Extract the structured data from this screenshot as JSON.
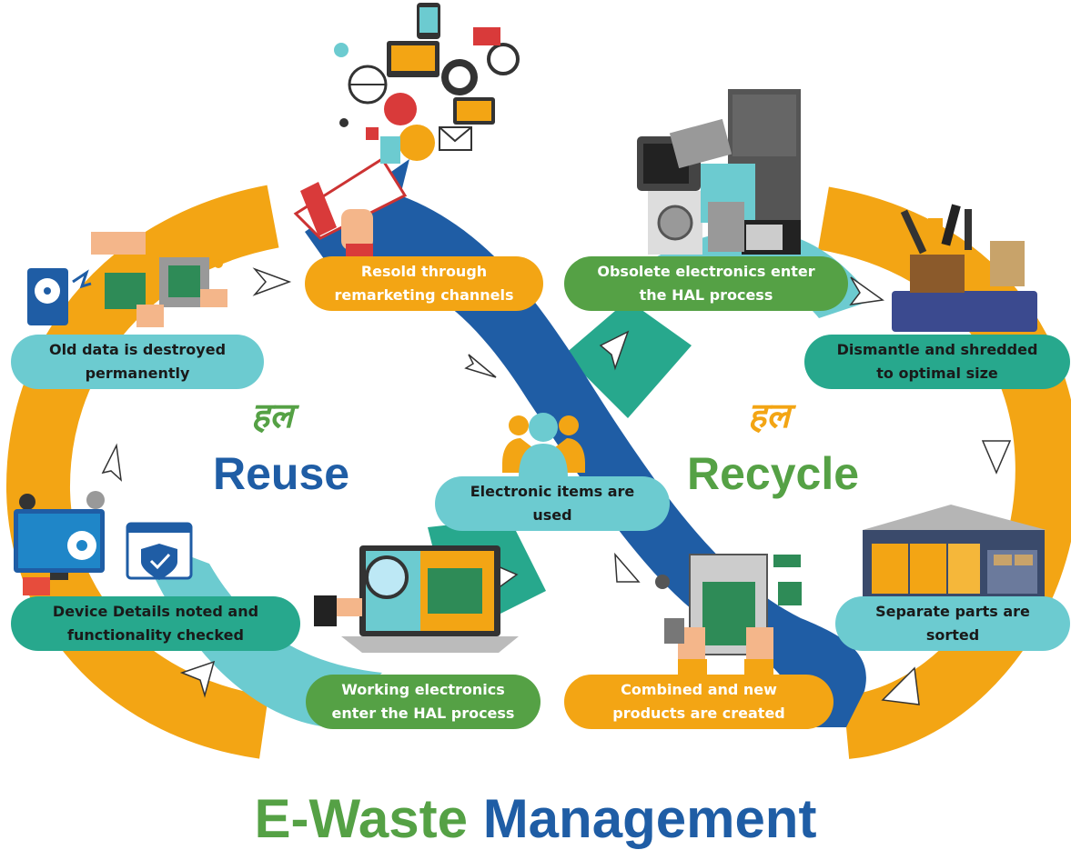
{
  "title": {
    "part1": "E-Waste",
    "part2": "Management"
  },
  "left_section": {
    "brand": "हल",
    "label": "Reuse"
  },
  "right_section": {
    "brand": "हल",
    "label": "Recycle"
  },
  "center": {
    "label_line1": "Electronic items are",
    "label_line2": "used"
  },
  "steps": {
    "resold": {
      "line1": "Resold through",
      "line2": "remarketing channels"
    },
    "data_destroyed": {
      "line1": "Old data is destroyed",
      "line2": "permanently"
    },
    "device_details": {
      "line1": "Device Details noted and",
      "line2": "functionality checked"
    },
    "working_enter": {
      "line1": "Working electronics",
      "line2": "enter the HAL process"
    },
    "obsolete_enter": {
      "line1": "Obsolete electronics enter",
      "line2": "the HAL process"
    },
    "dismantle": {
      "line1": "Dismantle and shredded",
      "line2": "to optimal size"
    },
    "sorted": {
      "line1": "Separate parts are",
      "line2": "sorted"
    },
    "combined": {
      "line1": "Combined and new",
      "line2": "products are created"
    }
  },
  "colors": {
    "orange": "#f3a514",
    "green": "#55a145",
    "blue": "#1f5da5",
    "teal": "#6ccbd0",
    "dark_teal": "#27a88d",
    "red": "#d93a3a"
  },
  "icons": [
    "megaphone-icon",
    "globe-icon",
    "cloud-icon",
    "mail-icon",
    "search-icon",
    "hard-drive-icon",
    "circuit-board-icon",
    "monitor-gear-icon",
    "shield-check-icon",
    "laptop-magnifier-icon",
    "user-group-icon",
    "ewaste-pile-icon",
    "shredder-icon",
    "warehouse-icon",
    "motherboard-hands-icon"
  ]
}
